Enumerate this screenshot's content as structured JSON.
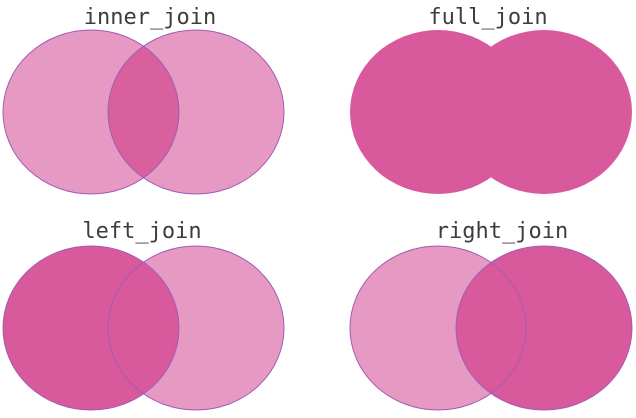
{
  "colors": {
    "highlight": "#d85a9c",
    "light": "#e69ac3",
    "overlap": "#d8609f",
    "stroke": "#a25bb8",
    "text": "#3d3d3d"
  },
  "panels": [
    {
      "title": "inner_join",
      "left": "light",
      "right": "light",
      "overlap": "highlight"
    },
    {
      "title": "full_join",
      "left": "highlight",
      "right": "highlight",
      "overlap": "highlight"
    },
    {
      "title": "left_join",
      "left": "highlight",
      "right": "light",
      "overlap": "highlight"
    },
    {
      "title": "right_join",
      "left": "light",
      "right": "highlight",
      "overlap": "highlight"
    }
  ]
}
